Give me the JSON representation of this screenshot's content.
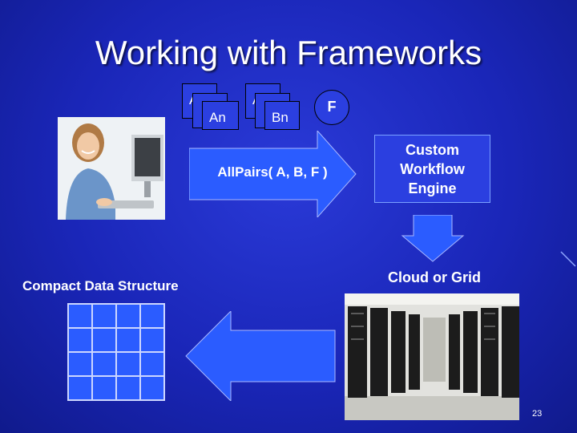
{
  "title": "Working with Frameworks",
  "set_a": {
    "back_label": "A",
    "front_label": "An"
  },
  "set_b": {
    "back_label": "A",
    "front_label": "Bn"
  },
  "function_label": "F",
  "arrow_label": "AllPairs( A, B, F )",
  "engine_label": "Custom Workflow Engine",
  "cloud_label": "Cloud or Grid",
  "compact_label": "Compact Data Structure",
  "page_number": "23",
  "colors": {
    "background": "#1a26b8",
    "accent": "#2b5cff",
    "card": "#2b3fe0"
  }
}
